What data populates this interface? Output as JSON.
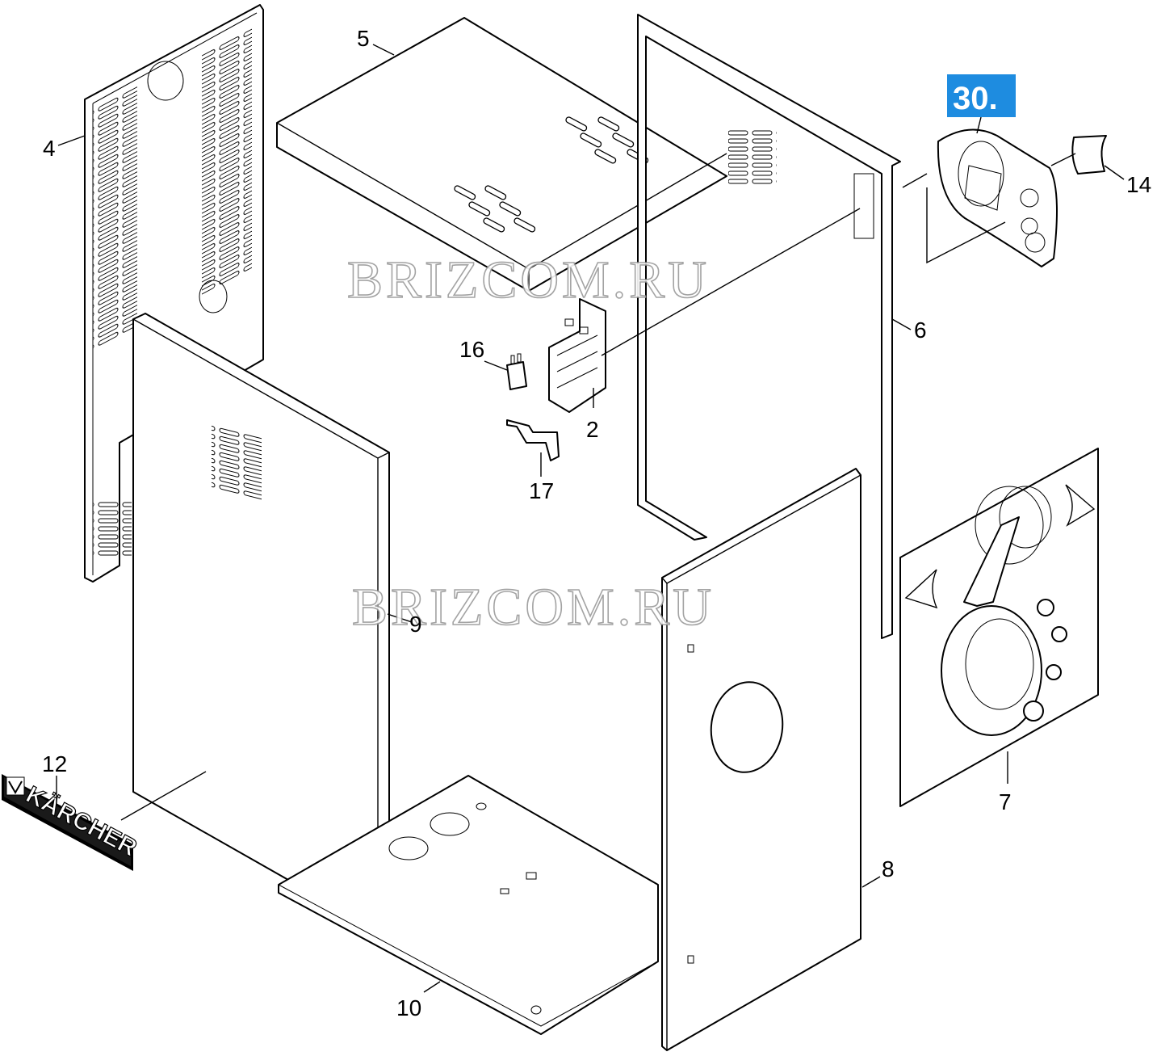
{
  "callouts": {
    "part_2": "2",
    "part_4": "4",
    "part_5": "5",
    "part_6": "6",
    "part_7": "7",
    "part_8": "8",
    "part_9": "9",
    "part_10": "10",
    "part_12": "12",
    "part_14": "14",
    "part_16": "16",
    "part_17": "17"
  },
  "badge": {
    "label": "30.",
    "color": "#1e8ce0"
  },
  "watermark": {
    "text_top": "BRIZCOM.RU",
    "text_bottom": "BRIZCOM.RU"
  },
  "logo": {
    "text": "KÄRCHER"
  }
}
